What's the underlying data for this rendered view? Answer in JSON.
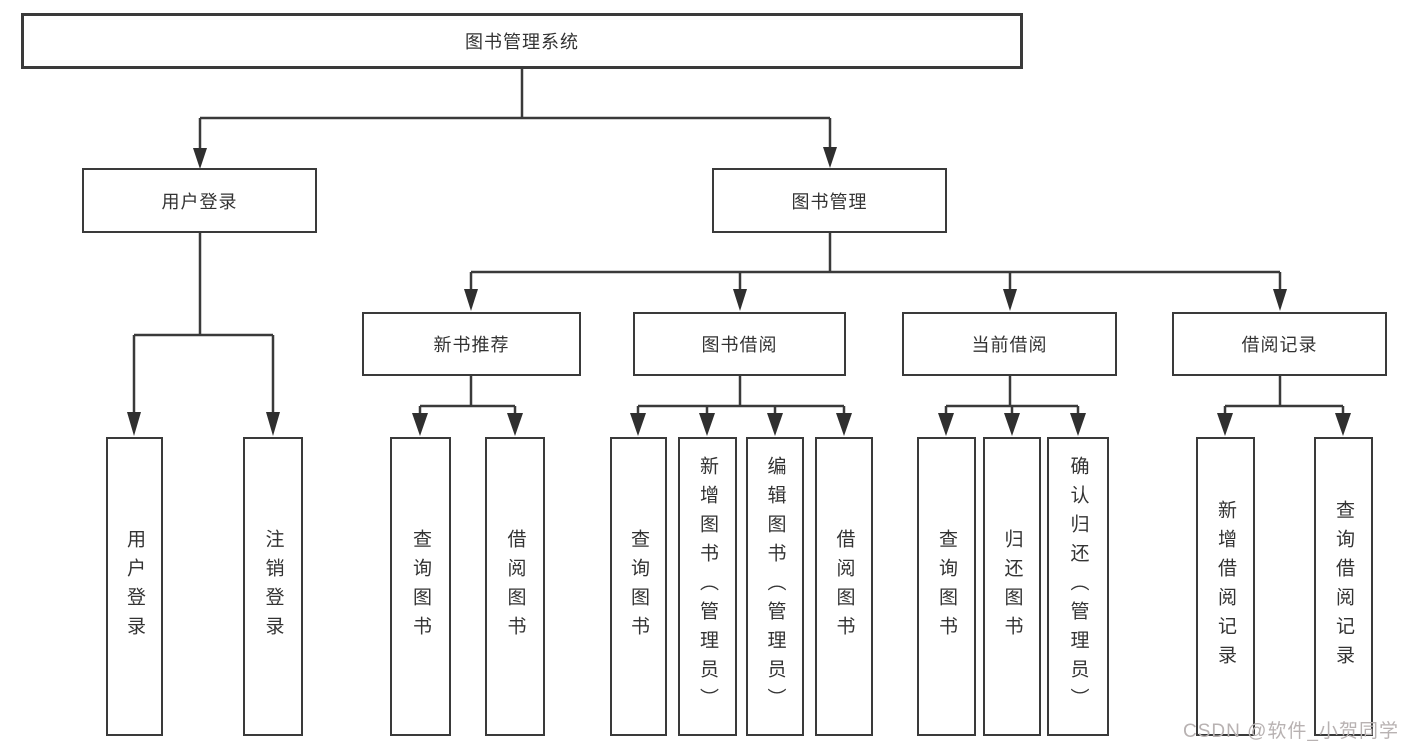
{
  "colors": {
    "line": "#3a3a3a",
    "arrow": "#2f2f2f",
    "text": "#333333",
    "background": "#ffffff",
    "watermark": "#b8b2b2"
  },
  "tree": {
    "root": {
      "label": "图书管理系统"
    },
    "branches": [
      {
        "label": "用户登录",
        "children": [
          {
            "label": "用户登录"
          },
          {
            "label": "注销登录"
          }
        ]
      },
      {
        "label": "图书管理",
        "children": [
          {
            "label": "新书推荐",
            "children": [
              {
                "label": "查询图书"
              },
              {
                "label": "借阅图书"
              }
            ]
          },
          {
            "label": "图书借阅",
            "children": [
              {
                "label": "查询图书"
              },
              {
                "label": "新增图书（管理员）"
              },
              {
                "label": "编辑图书（管理员）"
              },
              {
                "label": "借阅图书"
              }
            ]
          },
          {
            "label": "当前借阅",
            "children": [
              {
                "label": "查询图书"
              },
              {
                "label": "归还图书"
              },
              {
                "label": "确认归还（管理员）"
              }
            ]
          },
          {
            "label": "借阅记录",
            "children": [
              {
                "label": "新增借阅记录"
              },
              {
                "label": "查询借阅记录"
              }
            ]
          }
        ]
      }
    ]
  },
  "watermark": {
    "text": "CSDN @软件_小贺同学"
  }
}
